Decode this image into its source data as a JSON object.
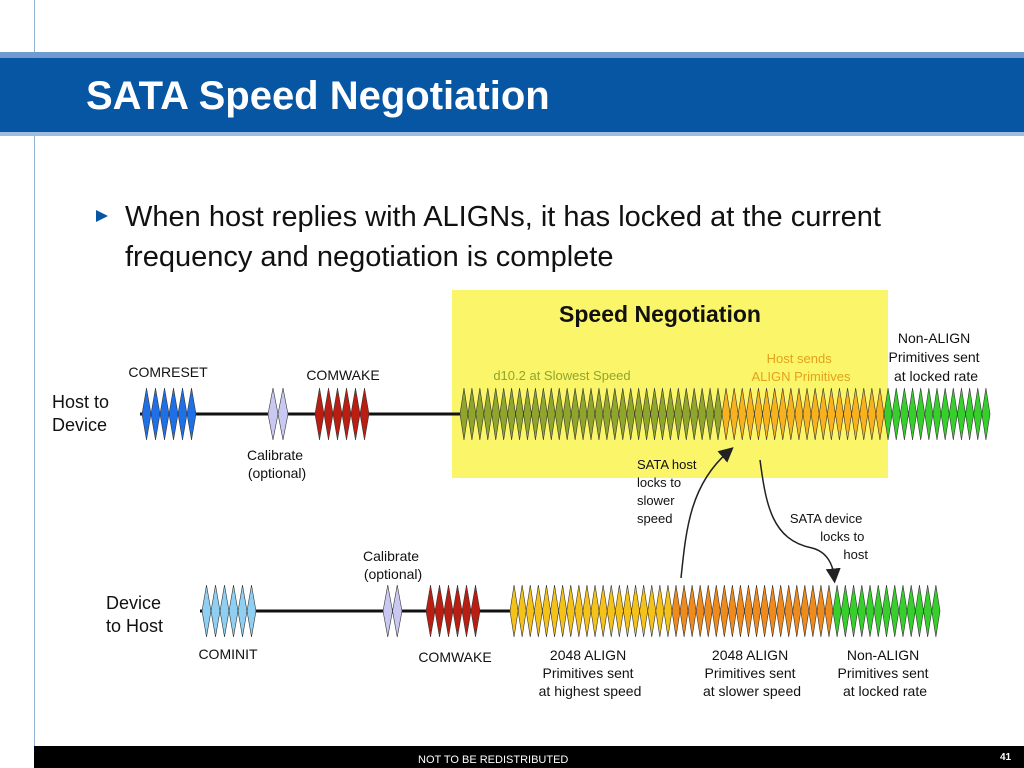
{
  "slide": {
    "title": "SATA Speed Negotiation",
    "bullet": "When host replies with ALIGNs, it has locked at the current frequency and negotiation is complete",
    "footer": "NOT TO BE REDISTRIBUTED",
    "page_number": "41"
  },
  "diagram": {
    "highlight_title": "Speed Negotiation",
    "host_to_device": {
      "label_lines": [
        "Host to",
        "Device"
      ],
      "comreset": "COMRESET",
      "comwake": "COMWAKE",
      "calibrate_lines": [
        "Calibrate",
        "(optional)"
      ],
      "d102_label": "d10.2 at Slowest Speed",
      "host_sends_lines": [
        "Host sends",
        "ALIGN Primitives"
      ],
      "non_align_lines": [
        "Non-ALIGN",
        "Primitives sent",
        "at locked rate"
      ]
    },
    "device_to_host": {
      "label_lines": [
        "Device",
        "to Host"
      ],
      "cominit": "COMINIT",
      "comwake": "COMWAKE",
      "calibrate_lines": [
        "Calibrate",
        "(optional)"
      ],
      "align_high_lines": [
        "2048 ALIGN",
        "Primitives sent",
        "at highest speed"
      ],
      "align_slow_lines": [
        "2048 ALIGN",
        "Primitives sent",
        "at slower speed"
      ],
      "non_align_lines": [
        "Non-ALIGN",
        "Primitives sent",
        "at locked rate"
      ]
    },
    "host_lock_lines": [
      "SATA host",
      "locks to",
      "slower",
      "speed"
    ],
    "device_lock_lines": [
      "SATA device",
      "locks to",
      "host"
    ],
    "colors": {
      "highlight": "#fbf56a",
      "comreset": "#1f6fe6",
      "cominit": "#8fd0f2",
      "calibrate": "#c9c8f0",
      "comwake": "#b81e12",
      "d102": "#8fa52c",
      "align_host": "#f7b21e",
      "nonalign": "#37cf2c",
      "align_high": "#f5c21a",
      "align_slow": "#ef8a1c"
    }
  }
}
